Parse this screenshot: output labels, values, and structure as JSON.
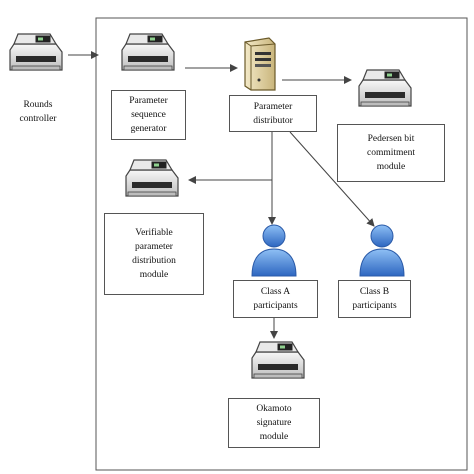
{
  "nodes": {
    "rounds_controller": {
      "lines": [
        "Rounds",
        "controller"
      ],
      "icon": "printer-icon"
    },
    "parameter_sequence_generator": {
      "lines": [
        "Parameter",
        "sequence",
        "generator"
      ],
      "icon": "printer-icon"
    },
    "parameter_distributor": {
      "lines": [
        "Parameter",
        "distributor"
      ],
      "icon": "server-tower-icon"
    },
    "pedersen_module": {
      "lines": [
        "Pedersen bit",
        "commitment",
        "module"
      ],
      "icon": "printer-icon"
    },
    "verifiable_module": {
      "lines": [
        "Verifiable",
        "parameter",
        "distribution",
        "module"
      ],
      "icon": "printer-icon"
    },
    "class_a": {
      "lines": [
        "Class A",
        "participants"
      ],
      "icon": "user-icon"
    },
    "class_b": {
      "lines": [
        "Class B",
        "participants"
      ],
      "icon": "user-icon"
    },
    "okamoto_module": {
      "lines": [
        "Okamoto",
        "signature",
        "module"
      ],
      "icon": "printer-icon"
    }
  },
  "colors": {
    "line": "#555555",
    "user_blue": "#3f7fd6",
    "printer_gray": "#e6e6e6",
    "server_tan": "#e7d8a8"
  }
}
